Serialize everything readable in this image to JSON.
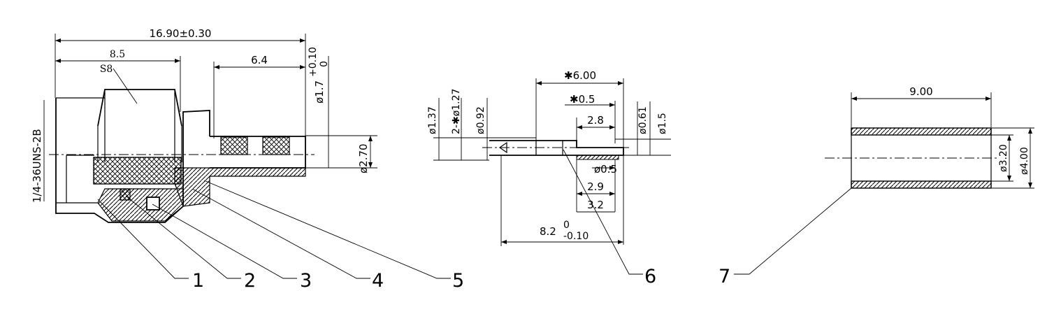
{
  "left_view": {
    "overall_length": "16.90±0.30",
    "hex_length": "8.5",
    "hex_label": "S8",
    "tail_length": "6.4",
    "hole_dia_base": "ø1.7",
    "hole_tol_upper": "+0.10",
    "hole_tol_lower": "0",
    "tail_dia": "ø2.70",
    "thread": "1/4-36UNS-2B"
  },
  "middle_view": {
    "top_length": "✱6.00",
    "step_length": "✱0.5",
    "dim_2_8": "2.8",
    "dia_0_61": "ø0.61",
    "dia_1_5": "ø1.5",
    "dia_1_37": "ø1.37",
    "dia_1_27": "2-✱ø1.27",
    "dia_0_92": "ø0.92",
    "dia_0_5": "ø0.5",
    "dim_2_9": "2.9",
    "dim_3_2": "3.2",
    "length_base": "8.2",
    "length_tol_upper": "0",
    "length_tol_lower": "-0.10"
  },
  "right_view": {
    "length": "9.00",
    "inner_dia": "ø3.20",
    "outer_dia": "ø4.00"
  },
  "callouts": [
    "1",
    "2",
    "3",
    "4",
    "5",
    "6",
    "7"
  ]
}
